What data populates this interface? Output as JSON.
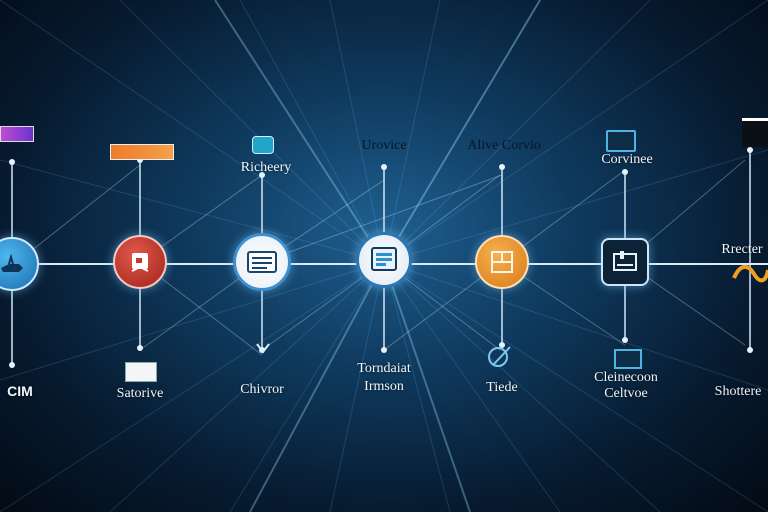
{
  "diagram": {
    "top_labels": {
      "n2": "Richeery",
      "n3": "Urovice",
      "n4": "Alive Corvio",
      "n5": "Corvinee",
      "n6": "Rrecter"
    },
    "bottom_labels": {
      "n0": "CIM",
      "n1": "Satorive",
      "n2": "Chivror",
      "n3": "Torndaiat Irmson",
      "n4": "Tiede",
      "n5": "Cleinecoon Celtvoe",
      "n6": "Shottere"
    },
    "colors": {
      "accent": "#2a8fd8",
      "line": "#cfe6f7",
      "node_blue": "#2b8fd6",
      "node_red": "#c9382c",
      "node_orange": "#e8912f",
      "node_dark": "#0c2236"
    },
    "icons": {
      "n0": "hand-icon",
      "n1": "card-icon",
      "n2": "document-icon",
      "n3": "window-icon",
      "n4": "box-icon",
      "n5": "frame-icon",
      "n6": "wave-icon"
    }
  }
}
